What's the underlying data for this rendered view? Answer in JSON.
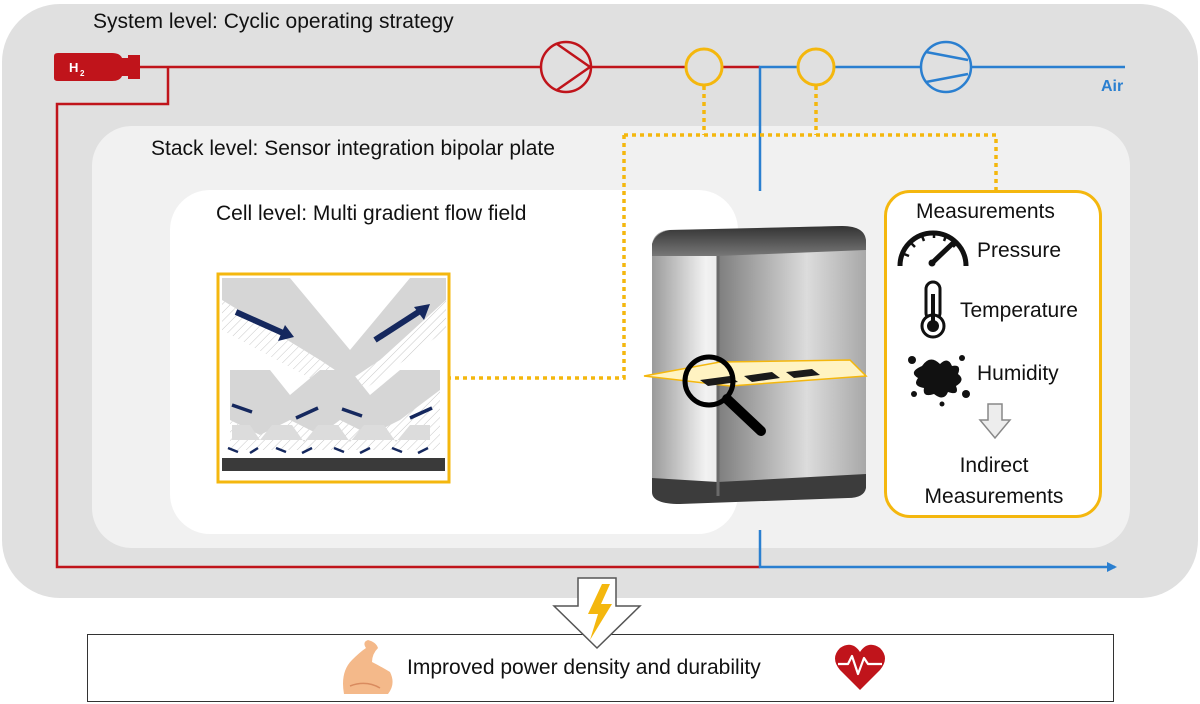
{
  "system": {
    "title": "System level: Cyclic operating strategy"
  },
  "stack": {
    "title": "Stack level: Sensor integration bipolar plate"
  },
  "cell": {
    "title": "Cell level: Multi gradient flow field"
  },
  "hydrogen": {
    "label": "H",
    "subscript": "2"
  },
  "air": {
    "label": "Air"
  },
  "measurements": {
    "heading": "Measurements",
    "pressure": "Pressure",
    "temperature": "Temperature",
    "humidity": "Humidity",
    "indirect": "Indirect Measurements"
  },
  "result": {
    "text": "Improved power density and durability"
  },
  "colors": {
    "hydrogen_line": "#c0141b",
    "air_line": "#2a7fd0",
    "sensor_ring": "#f4b70e",
    "arrow_navy": "#15285e"
  },
  "icons": [
    "hydrogen-tank-icon",
    "pump-icon",
    "compressor-icon",
    "sensor-ring-icon",
    "magnifier-icon",
    "gauge-icon",
    "thermometer-icon",
    "splash-icon",
    "down-arrow-icon",
    "lightning-arrow-icon",
    "muscle-icon",
    "heart-pulse-icon"
  ]
}
